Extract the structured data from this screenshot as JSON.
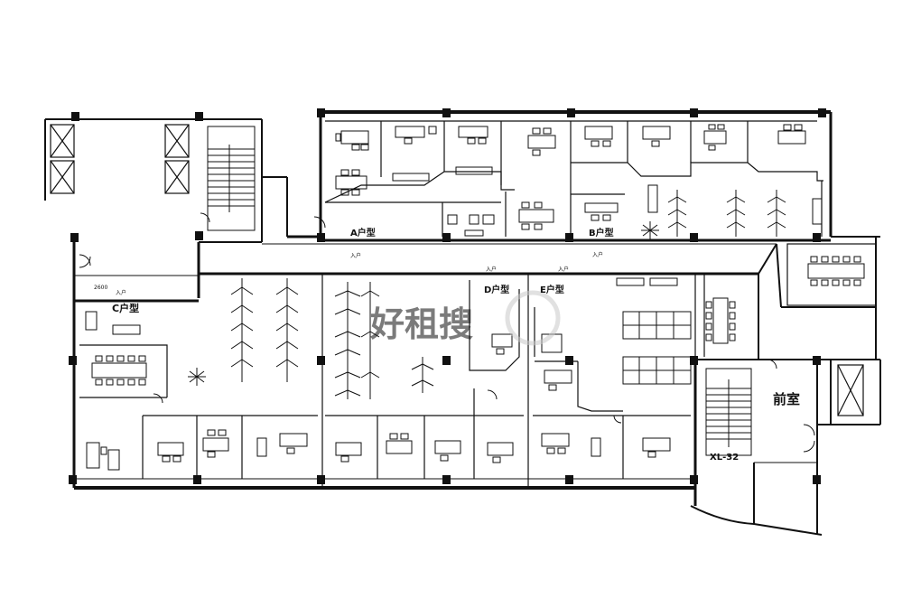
{
  "labels": {
    "unit_a": "A户型",
    "unit_b": "B户型",
    "unit_c": "C户型",
    "unit_d": "D户型",
    "unit_e": "E户型",
    "lobby": "前室",
    "stair": "XL-32",
    "entry": "入户",
    "dim": "2600"
  },
  "watermark": {
    "text": "好租搜",
    "color": "#c9c9c9"
  },
  "colors": {
    "line": "#111111",
    "background": "#ffffff"
  }
}
